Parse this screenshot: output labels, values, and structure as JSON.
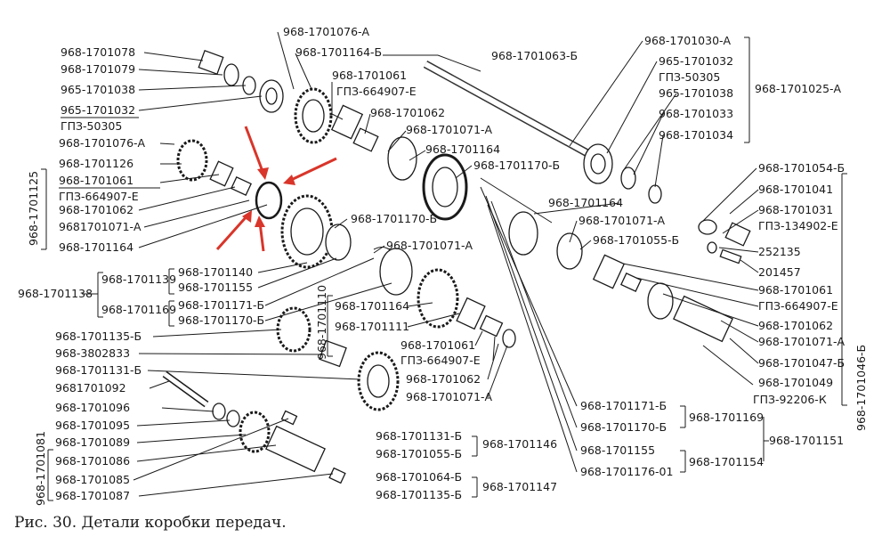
{
  "caption": "Рис. 30. Детали коробки передач.",
  "labels_left": [
    "968-1701078",
    "968-1701079",
    "965-1701038",
    "965-1701032",
    "ГПЗ-50305",
    "968-1701076-А",
    "968-1701126",
    "968-1701061",
    "ГПЗ-664907-Е",
    "968-1701062",
    "9681701071-А",
    "968-1701164"
  ],
  "group_left_vertical": "968-1701125",
  "labels_top": [
    "968-1701076-А",
    "968-1701164-Б",
    "968-1701061",
    "ГПЗ-664907-Е",
    "968-1701062",
    "968-1701071-А",
    "968-1701164",
    "968-1701170-Б",
    "968-1701063-Б"
  ],
  "labels_right_top": [
    "968-1701030-А",
    "965-1701032",
    "ГПЗ-50305",
    "965-1701038",
    "968-1701033",
    "968-1701034"
  ],
  "group_right_top": "968-1701025-А",
  "labels_right_mid": [
    "968-1701054-Б",
    "968-1701041",
    "968-1701031",
    "ГПЗ-134902-Е",
    "252135",
    "201457",
    "968-1701164",
    "968-1701071-А",
    "968-1701055-Б"
  ],
  "labels_right_low": [
    "968-1701061",
    "ГПЗ-664907-Е",
    "968-1701062",
    "968-1701071-А",
    "968-1701047-Б",
    "968-1701049",
    "ГПЗ-92206-К"
  ],
  "group_right_vertical": "968-1701046-Б",
  "labels_center": [
    "968-1701170-Б",
    "968-1701071-А",
    "968-1701140",
    "968-1701155",
    "968-1701171-Б",
    "968-1701170-Б",
    "968-1701164",
    "968-1701111",
    "968-1701061",
    "ГПЗ-664907-Е",
    "968-1701062",
    "968-1701071-А"
  ],
  "group_center_vertical": "968-1701110",
  "group_1701138": "968-1701138",
  "sub_1701138": [
    "968-1701139",
    "968-1701169"
  ],
  "labels_lower_left": [
    "968-1701135-Б",
    "968-3802833",
    "968-1701131-Б",
    "9681701092",
    "968-1701096",
    "968-1701095",
    "968-1701089",
    "968-1701086",
    "968-1701085",
    "968-1701087"
  ],
  "group_lower_left_vertical": "968-1701081",
  "group_1701146": {
    "name": "968-1701146",
    "items": [
      "968-1701131-Б",
      "968-1701055-Б"
    ]
  },
  "group_1701147": {
    "name": "968-1701147",
    "items": [
      "968-1701064-Б",
      "968-1701135-Б"
    ]
  },
  "group_1701169": {
    "name": "968-1701169",
    "items": [
      "968-1701171-Б",
      "968-1701170-Б"
    ]
  },
  "group_1701154": {
    "name": "968-1701154",
    "items": [
      "968-1701155",
      "968-1701176-01"
    ]
  },
  "group_1701151": "968-1701151",
  "accent_color": "#d9352a"
}
